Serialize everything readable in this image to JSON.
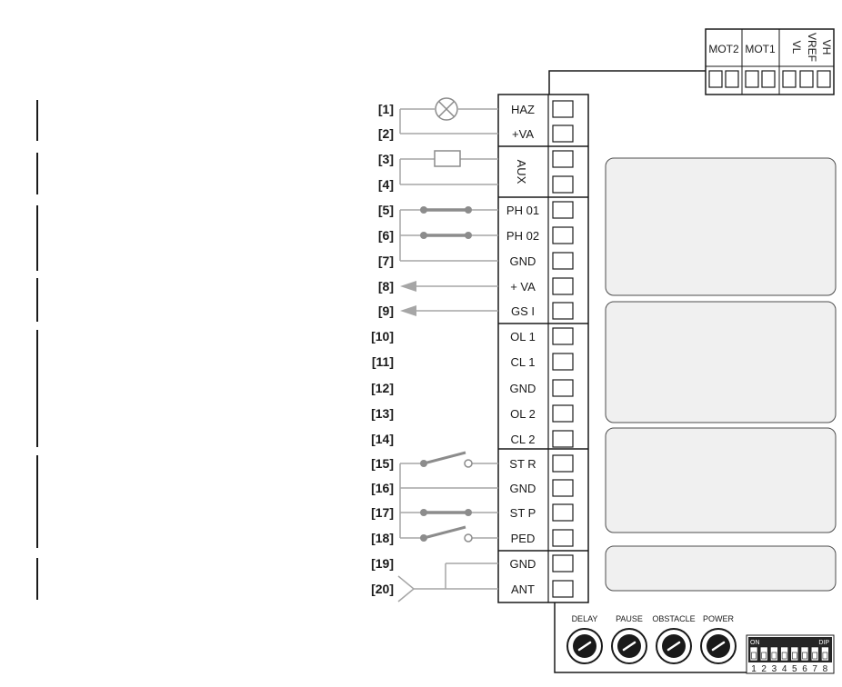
{
  "top_header": {
    "labels": [
      "MOT2",
      "MOT1",
      "VL",
      "VREF",
      "VH"
    ]
  },
  "terminals": [
    {
      "index": "[1]",
      "name": "HAZ"
    },
    {
      "index": "[2]",
      "name": "+VA"
    },
    {
      "index": "[3]",
      "name": "AUX"
    },
    {
      "index": "[4]",
      "name": ""
    },
    {
      "index": "[5]",
      "name": "PH 01"
    },
    {
      "index": "[6]",
      "name": "PH 02"
    },
    {
      "index": "[7]",
      "name": "GND"
    },
    {
      "index": "[8]",
      "name": "+ VA"
    },
    {
      "index": "[9]",
      "name": "GS I"
    },
    {
      "index": "[10]",
      "name": "OL 1"
    },
    {
      "index": "[11]",
      "name": "CL 1"
    },
    {
      "index": "[12]",
      "name": "GND"
    },
    {
      "index": "[13]",
      "name": "OL 2"
    },
    {
      "index": "[14]",
      "name": "CL 2"
    },
    {
      "index": "[15]",
      "name": "ST R"
    },
    {
      "index": "[16]",
      "name": "GND"
    },
    {
      "index": "[17]",
      "name": "ST P"
    },
    {
      "index": "[18]",
      "name": "PED"
    },
    {
      "index": "[19]",
      "name": "GND"
    },
    {
      "index": "[20]",
      "name": "ANT"
    }
  ],
  "potentiometers": [
    "DELAY",
    "PAUSE",
    "OBSTACLE",
    "POWER"
  ],
  "dip_switch": {
    "on_label": "ON",
    "dip_label": "DIP",
    "numbers": [
      "1",
      "2",
      "3",
      "4",
      "5",
      "6",
      "7",
      "8"
    ]
  }
}
